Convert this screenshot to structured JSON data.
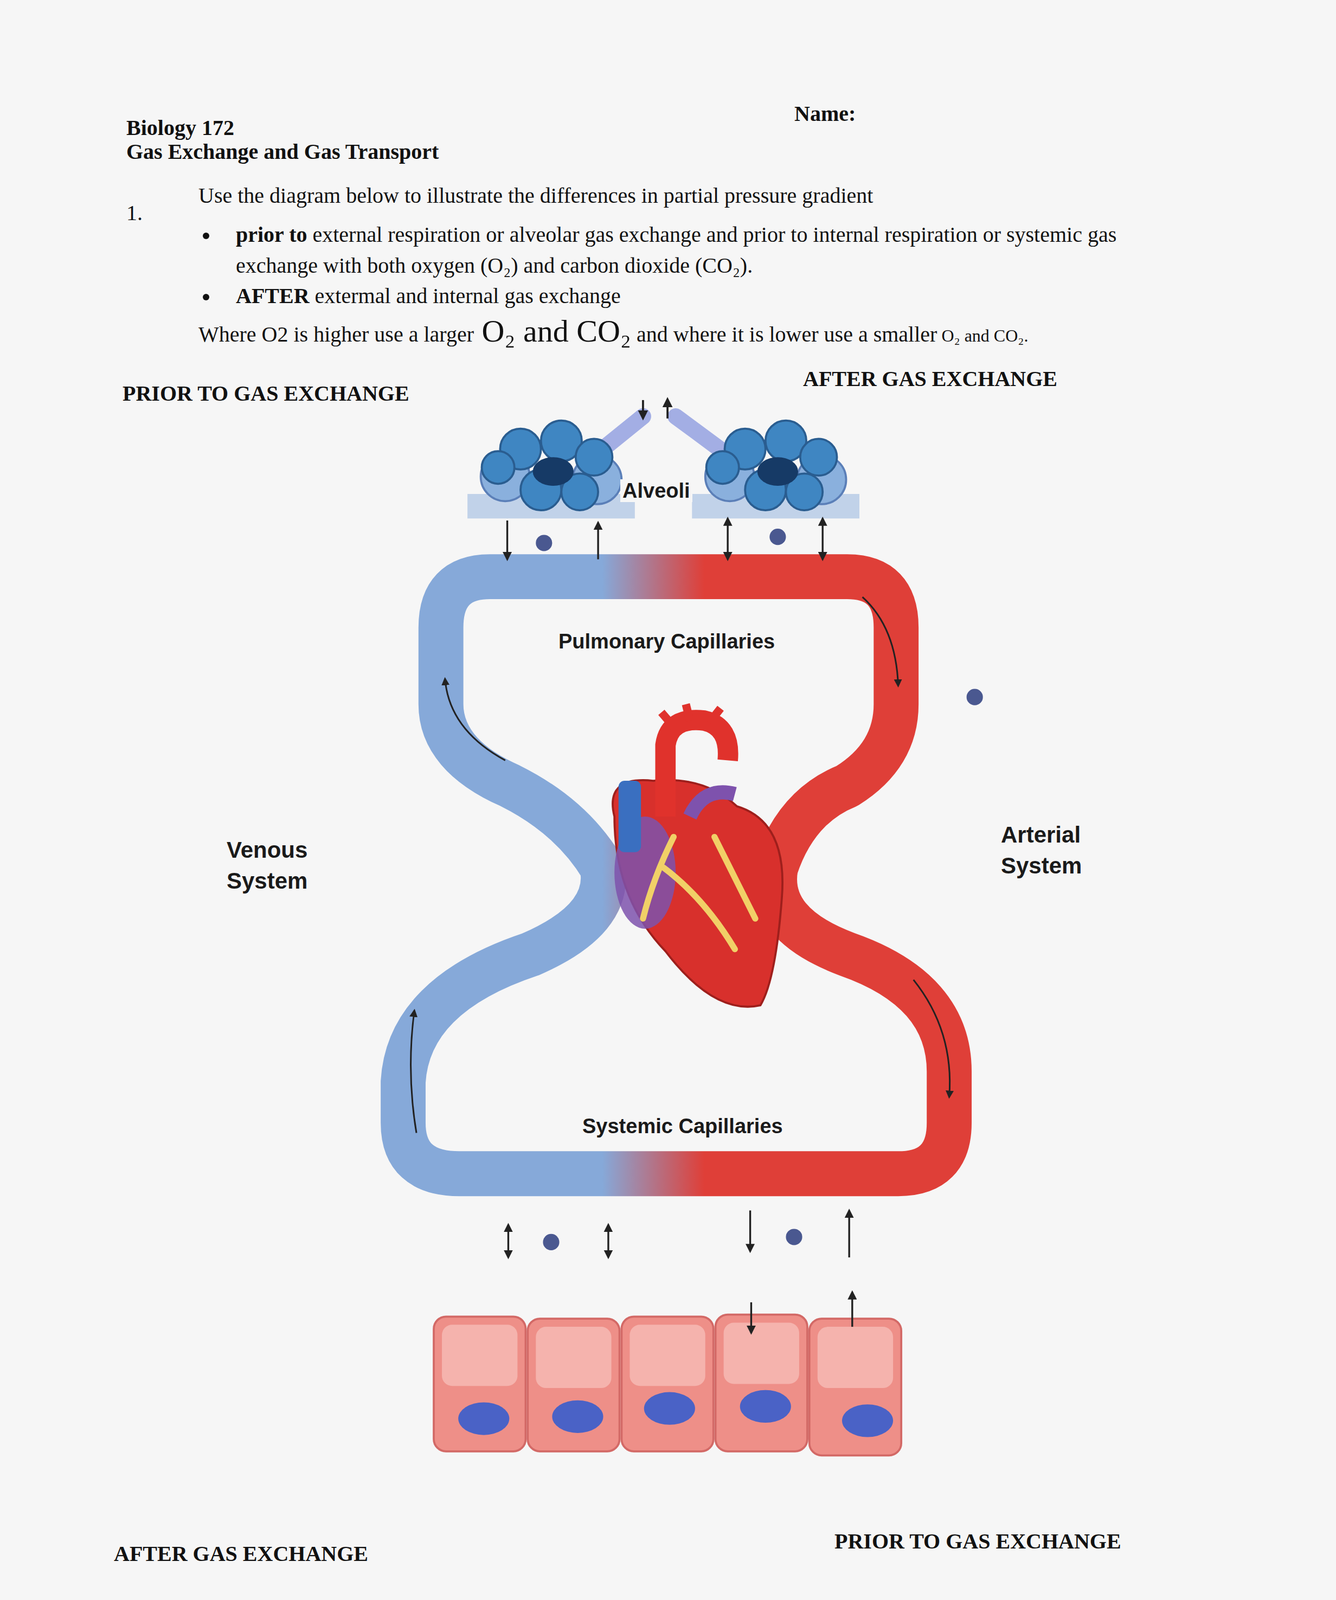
{
  "diagram": {
    "title": "Gas Exchange and Gas Transport",
    "labels": [
      "Name:",
      "Biology 172",
      "1.",
      "Use the diagram below to illustrate the differences in partial pressure gradient",
      "prior to",
      "external respiration or alveolar gas exchange and prior to internal respiration or systemic gas exchange with both oxygen (O₂) and carbon dioxide (CO₂).",
      "AFTER",
      "extermal and internal gas exchange",
      "Where O2 is higher use a larger",
      "O₂ and CO₂",
      "and where it is lower use a smaller",
      "O₂ and CO₂.",
      "PRIOR TO GAS EXCHANGE",
      "AFTER GAS EXCHANGE",
      "Alveoli",
      "Pulmonary Capillaries",
      "Venous System",
      "Arterial System",
      "Systemic Capillaries",
      "AFTER GAS EXCHANGE",
      "PRIOR TO GAS EXCHANGE"
    ]
  }
}
